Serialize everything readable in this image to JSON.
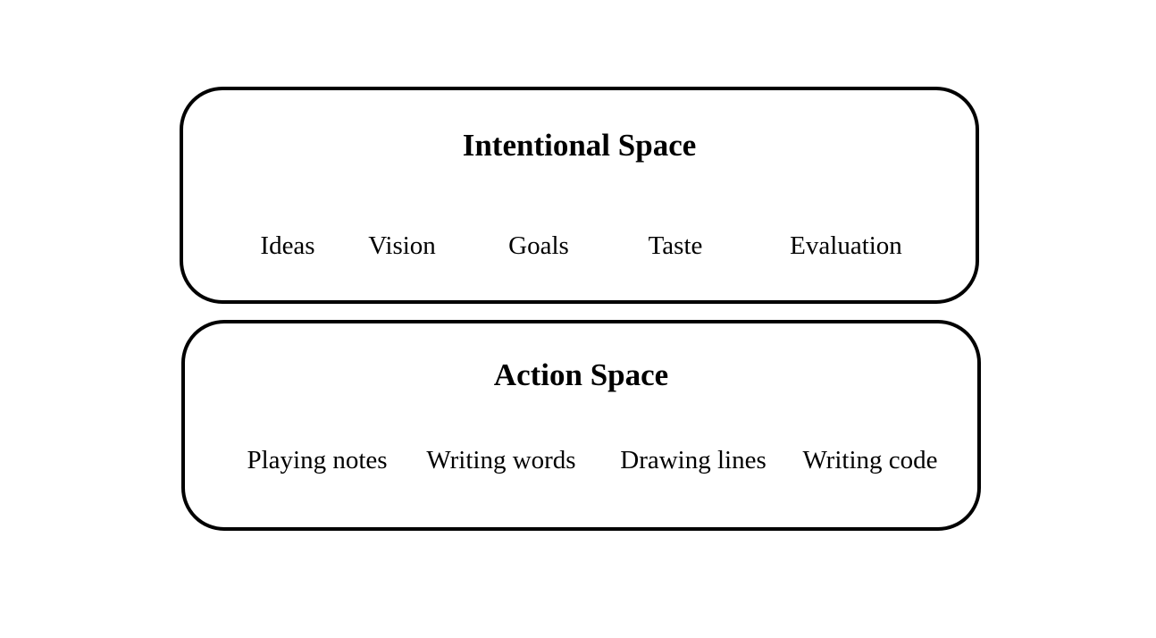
{
  "intentional_space": {
    "title": "Intentional Space",
    "items": [
      "Ideas",
      "Vision",
      "Goals",
      "Taste",
      "Evaluation"
    ]
  },
  "action_space": {
    "title": "Action Space",
    "items": [
      "Playing notes",
      "Writing words",
      "Drawing lines",
      "Writing code"
    ]
  },
  "colors": {
    "stroke": "#000000",
    "background": "#ffffff",
    "text": "#000000"
  }
}
